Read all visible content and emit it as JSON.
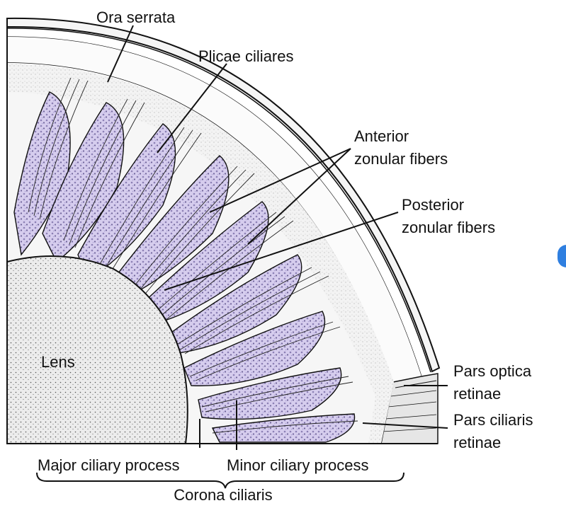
{
  "labels": {
    "ora_serrata": "Ora serrata",
    "plicae_ciliares": "Plicae ciliares",
    "anterior_1": "Anterior",
    "anterior_2": "zonular fibers",
    "posterior_1": "Posterior",
    "posterior_2": "zonular fibers",
    "lens": "Lens",
    "pars_optica_1": "Pars optica",
    "pars_optica_2": "retinae",
    "pars_ciliaris_1": "Pars ciliaris",
    "pars_ciliaris_2": "retinae",
    "major_process": "Major ciliary process",
    "minor_process": "Minor ciliary process",
    "corona": "Corona ciliaris"
  },
  "colors": {
    "ink": "#111111",
    "process_tint": "#c9bfe3",
    "lens_fill": "#efefef",
    "band_fill": "#dedede",
    "sclera_fill": "#f7f7f7",
    "edge_marker": "#2f7fe0"
  }
}
